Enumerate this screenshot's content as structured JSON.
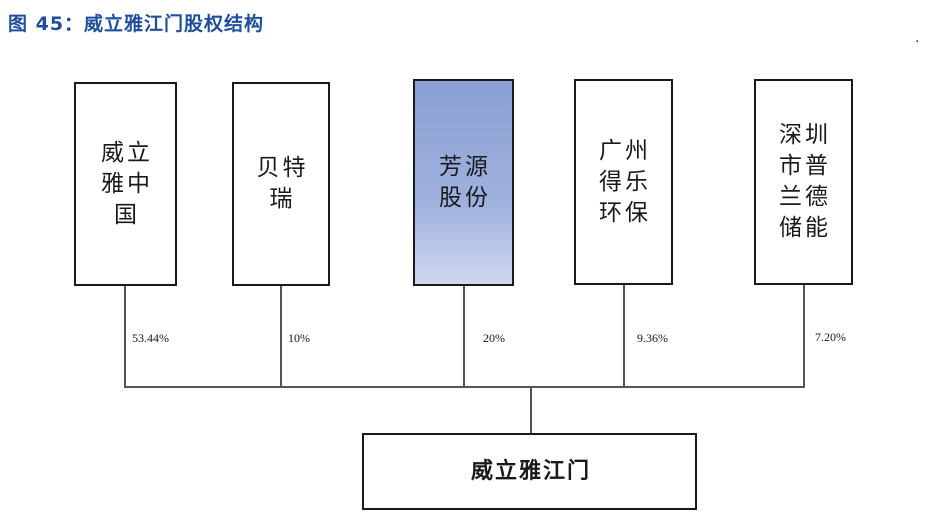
{
  "title": "图 45：威立雅江门股权结构",
  "marker": ".",
  "shareholders": [
    {
      "name": "威立\n雅中\n国",
      "pct": "53.44%",
      "highlight": false
    },
    {
      "name": "贝特\n瑞",
      "pct": "10%",
      "highlight": false
    },
    {
      "name": "芳源\n股份",
      "pct": "20%",
      "highlight": true
    },
    {
      "name": "广州\n得乐\n环保",
      "pct": "9.36%",
      "highlight": false
    },
    {
      "name": "深圳\n市普\n兰德\n储能",
      "pct": "7.20%",
      "highlight": false
    }
  ],
  "target": {
    "name": "威立雅江门"
  },
  "colors": {
    "title": "#1f4e9a",
    "highlight_fill": "#8a9fd3",
    "border": "#1a1a1a"
  }
}
